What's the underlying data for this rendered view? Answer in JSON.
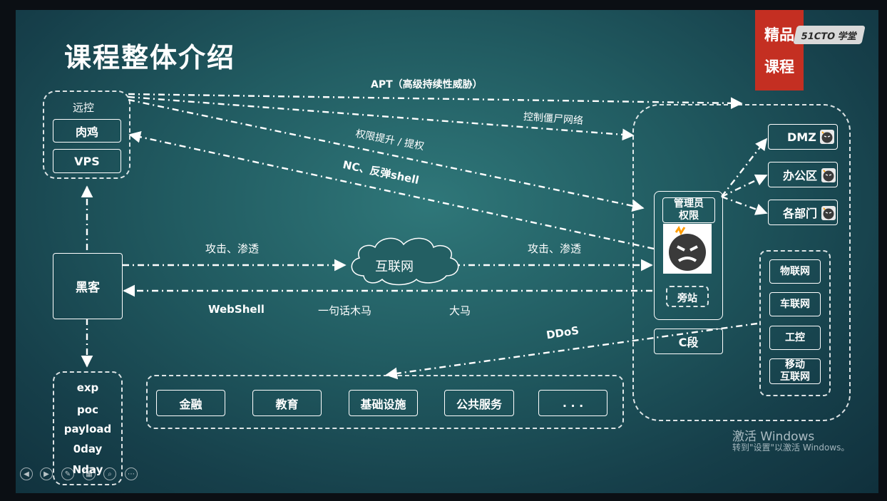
{
  "title": "课程整体介绍",
  "badge": {
    "line1": "精品",
    "line2": "课程",
    "logo": "51CTO 学堂"
  },
  "remote": {
    "label": "远控",
    "items": [
      "肉鸡",
      "VPS"
    ]
  },
  "hacker": "黑客",
  "tools": [
    "exp",
    "poc",
    "payload",
    "0day",
    "Nday"
  ],
  "internet": "互联网",
  "arrows": {
    "apt": "APT（高级持续性威胁）",
    "botnet": "控制僵尸网络",
    "privesc": "权限提升 / 提权",
    "nc": "NC、反弹shell",
    "attack_left": "攻击、渗透",
    "attack_right": "攻击、渗透",
    "webshell": "WebShell",
    "one_liner": "一句话木马",
    "big_trojan": "大马",
    "ddos": "DDoS"
  },
  "target": {
    "admin": "管理员\n权限",
    "side_site": "旁站",
    "c_segment": "C段",
    "zones": [
      "DMZ",
      "办公区",
      "各部门"
    ],
    "iot": [
      "物联网",
      "车联网",
      "工控",
      "移动\n互联网"
    ]
  },
  "sectors": [
    "金融",
    "教育",
    "基础设施",
    "公共服务",
    ". . ."
  ],
  "watermark": {
    "line1": "激活 Windows",
    "line2": "转到\"设置\"以激活 Windows。"
  },
  "colors": {
    "badge": "#c42f22",
    "background": "#215b61"
  }
}
